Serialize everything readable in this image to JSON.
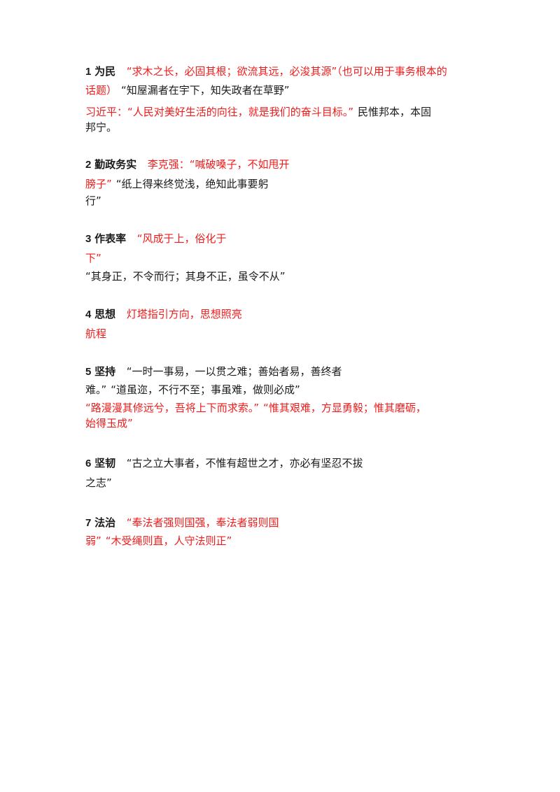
{
  "colors": {
    "text": "#1a1a1a",
    "accent": "#ee1c1c"
  },
  "sections": [
    {
      "number": "1",
      "heading": "为民",
      "lines": [
        [
          "“求木之长，必固其根；欲流其远，必浚其源”（也可以用于事务根本的"
        ],
        [
          "话题）",
          "“知屋漏者在宇下，知失政者在草野”"
        ],
        [
          "习近平：“人民对美好生活的向往，就是我们的奋斗目标。”",
          "民惟邦本，本固"
        ],
        [
          "邦宁。"
        ]
      ]
    },
    {
      "number": "2",
      "heading": "勤政务实",
      "lines": [
        [
          "李克强：“喊破嗓子，不如甩开"
        ],
        [
          "膀子”",
          "“纸上得来终觉浅，绝知此事要躬"
        ],
        [
          "行”"
        ]
      ]
    },
    {
      "number": "3",
      "heading": "作表率",
      "lines": [
        [
          "“风成于上，俗化于"
        ],
        [
          "下”"
        ],
        [
          "“其身正，不令而行；其身不正，虽令不从”"
        ]
      ]
    },
    {
      "number": "4",
      "heading": "思想",
      "lines": [
        [
          "灯塔指引方向，思想照亮"
        ],
        [
          "航程"
        ]
      ]
    },
    {
      "number": "5",
      "heading": "坚持",
      "lines": [
        [
          "“一时一事易，一以贯之难；善始者易，善终者"
        ],
        [
          "难。”",
          "“道虽迩，不行不至；事虽难，做则必成”"
        ],
        [
          "“路漫漫其修远兮，吾将上下而求索。”",
          "“惟其艰难，方显勇毅；惟其磨砺，"
        ],
        [
          "始得玉成”"
        ]
      ]
    },
    {
      "number": "6",
      "heading": "坚韧",
      "lines": [
        [
          "“古之立大事者，不惟有超世之才，亦必有坚忍不拔"
        ],
        [
          "之志”"
        ]
      ]
    },
    {
      "number": "7",
      "heading": "法治",
      "lines": [
        [
          "“奉法者强则国强，奉法者弱则国"
        ],
        [
          "弱”",
          "“木受绳则直，人守法则正”"
        ]
      ]
    }
  ]
}
